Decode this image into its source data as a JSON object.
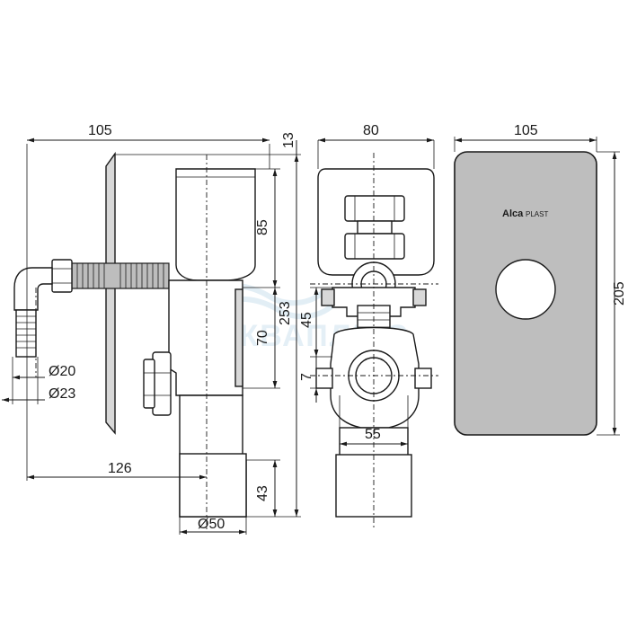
{
  "brand": {
    "logo_main": "Alca",
    "logo_sub": "PLAST"
  },
  "watermark": "АКВАПЛЮС",
  "side_view": {
    "width_top": "105",
    "plate_thickness": "13",
    "cap_height": "85",
    "outlet_height": "70",
    "total_height": "253",
    "pipe_height": "43",
    "hose_inner": "Ø20",
    "hose_outer": "Ø23",
    "outlet_offset": "126",
    "outlet_diameter": "Ø50"
  },
  "front_view": {
    "width": "80",
    "height_upper": "45",
    "height_lower": "7",
    "spacing": "55"
  },
  "cover_view": {
    "width": "105",
    "height": "205"
  }
}
